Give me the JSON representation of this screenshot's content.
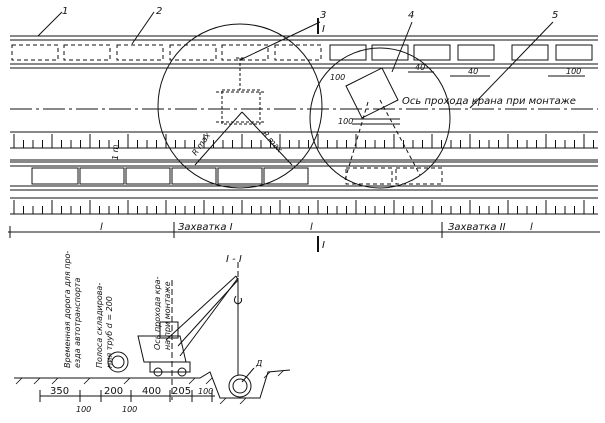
{
  "callouts": [
    "1",
    "2",
    "3",
    "4",
    "5"
  ],
  "section_mark": "I",
  "section_title": "I - I",
  "crane_axis_label": "Ось прохода крана при монтаже",
  "plan_dims": {
    "d40a": "40",
    "d40b": "40",
    "d100a": "100",
    "d100b": "100",
    "d100c": "100",
    "r1": "R max",
    "r2": "R max",
    "one_m": "1 m"
  },
  "zones": {
    "l_left": "l",
    "zone1": "Захватка I",
    "l_mid": "l",
    "zone2": "Захватка II",
    "l_right": "l"
  },
  "section_labels": {
    "road": [
      "Временная дорога для про-",
      "езда автотранспорта"
    ],
    "strip": [
      "Полоса складирова-",
      "ния труб d = 200"
    ],
    "axis": [
      "Ось прохода кра-",
      "на при монтаже"
    ],
    "d_mark": "Д"
  },
  "bottom_dims": [
    "350",
    "200",
    "400",
    "205",
    "100"
  ],
  "bottom_dims_low": [
    "100",
    "100"
  ]
}
